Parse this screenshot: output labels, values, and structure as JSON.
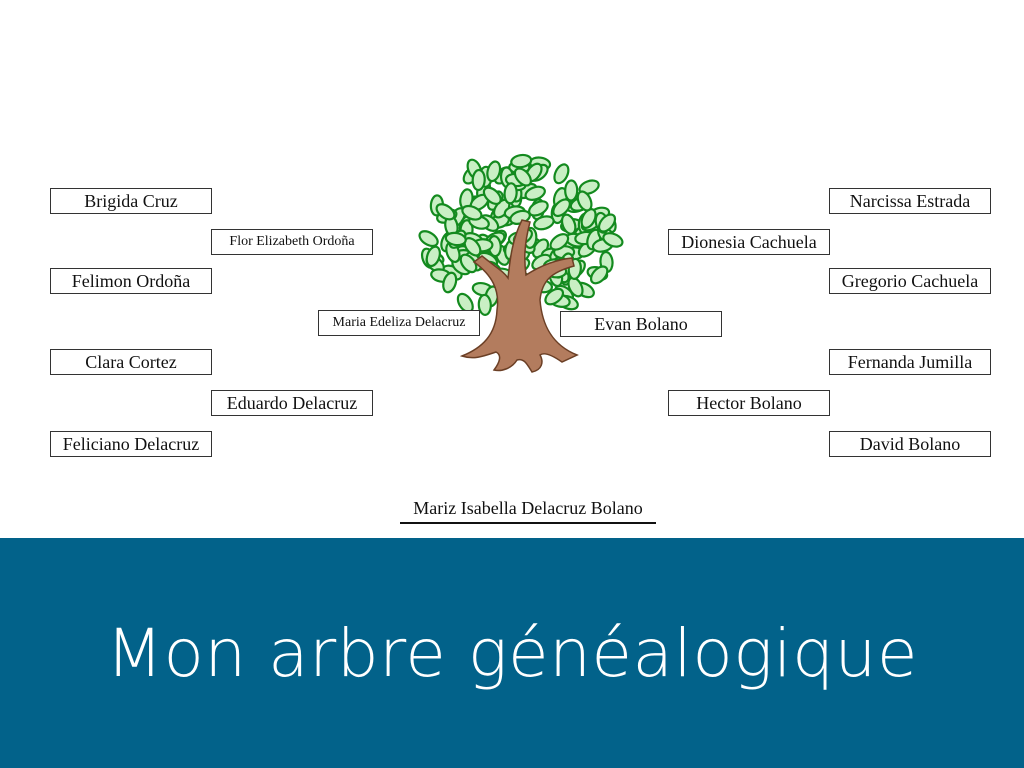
{
  "tree": {
    "maternal_grandparents": [
      "Brigida Cruz",
      "Felimon Ordoña",
      "Clara Cortez",
      "Feliciano Delacruz"
    ],
    "maternal_parents": [
      "Flor Elizabeth Ordoña",
      "Eduardo Delacruz"
    ],
    "mother": "Maria Edeliza Delacruz",
    "father": "Evan Bolano",
    "paternal_parents": [
      "Dionesia Cachuela",
      "Hector Bolano"
    ],
    "paternal_grandparents": [
      "Narcissa Estrada",
      "Gregorio Cachuela",
      "Fernanda Jumilla",
      "David Bolano"
    ],
    "child": "Mariz Isabella Delacruz Bolano"
  },
  "banner": {
    "title": "Mon arbre généalogique",
    "color": "#02628a"
  }
}
